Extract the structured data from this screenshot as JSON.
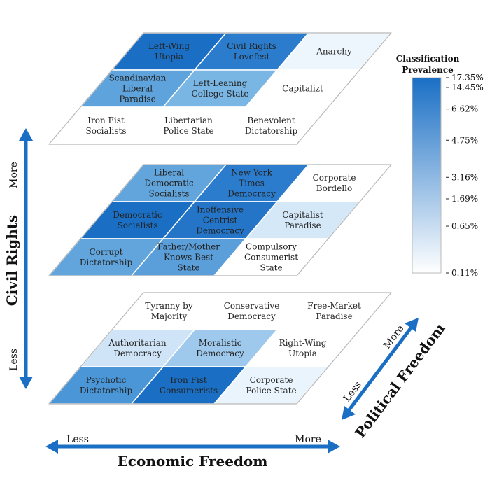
{
  "layers": [
    {
      "level": "top",
      "cells": [
        [
          {
            "label": "Left-Wing\nUtopia",
            "color": "#1a6fc5"
          },
          {
            "label": "Civil Rights\nLovefest",
            "color": "#2b7ccc"
          },
          {
            "label": "Anarchy",
            "color": "#eef6fd"
          }
        ],
        [
          {
            "label": "Scandinavian\nLiberal\nParadise",
            "color": "#5ea3db"
          },
          {
            "label": "Left-Leaning\nCollege State",
            "color": "#7ab6e3"
          },
          {
            "label": "Capitalizt",
            "color": "#ffffff"
          }
        ],
        [
          {
            "label": "Iron Fist\nSocialists",
            "color": "#ffffff"
          },
          {
            "label": "Libertarian\nPolice State",
            "color": "#ffffff"
          },
          {
            "label": "Benevolent\nDictatorship",
            "color": "#ffffff"
          }
        ]
      ]
    },
    {
      "level": "middle",
      "cells": [
        [
          {
            "label": "Liberal\nDemocratic\nSocialists",
            "color": "#62a5dc"
          },
          {
            "label": "New York\nTimes\nDemocracy",
            "color": "#2b7ccc"
          },
          {
            "label": "Corporate\nBordello",
            "color": "#ffffff"
          }
        ],
        [
          {
            "label": "Democratic\nSocialists",
            "color": "#1a6fc5"
          },
          {
            "label": "Inoffensive\nCentrist\nDemocracy",
            "color": "#2475c8"
          },
          {
            "label": "Capitalist\nParadise",
            "color": "#d5e8f7"
          }
        ],
        [
          {
            "label": "Corrupt\nDictatorship",
            "color": "#62a5dc"
          },
          {
            "label": "Father/Mother\nKnows Best\nState",
            "color": "#5a9fda"
          },
          {
            "label": "Compulsory\nConsumerist\nState",
            "color": "#ffffff"
          }
        ]
      ]
    },
    {
      "level": "bottom",
      "cells": [
        [
          {
            "label": "Tyranny by\nMajority",
            "color": "#ffffff"
          },
          {
            "label": "Conservative\nDemocracy",
            "color": "#ffffff"
          },
          {
            "label": "Free-Market\nParadise",
            "color": "#ffffff"
          }
        ],
        [
          {
            "label": "Authoritarian\nDemocracy",
            "color": "#cfe4f6"
          },
          {
            "label": "Moralistic\nDemocracy",
            "color": "#9ec9ec"
          },
          {
            "label": "Right-Wing\nUtopia",
            "color": "#ffffff"
          }
        ],
        [
          {
            "label": "Psychotic\nDictatorship",
            "color": "#4a96d6"
          },
          {
            "label": "Iron Fist\nConsumerists",
            "color": "#1a6fc5"
          },
          {
            "label": "Corporate\nPolice State",
            "color": "#eaf4fc"
          }
        ]
      ]
    }
  ],
  "axes": {
    "civil_rights": {
      "title": "Civil Rights",
      "more": "More",
      "less": "Less"
    },
    "political_freedom": {
      "title": "Political Freedom",
      "more": "More",
      "less": "Less"
    },
    "economic_freedom": {
      "title": "Economic Freedom",
      "more": "More",
      "less": "Less"
    },
    "arrow_color": "#1a6fc5"
  },
  "legend": {
    "title_line1": "Classification",
    "title_line2": "Prevalence",
    "color_top": "#1a6fc5",
    "color_bottom": "#ffffff",
    "ticks": [
      {
        "label": "17.35%",
        "frac": 1.0
      },
      {
        "label": "14.45%",
        "frac": 0.95
      },
      {
        "label": "6.62%",
        "frac": 0.84
      },
      {
        "label": "4.75%",
        "frac": 0.68
      },
      {
        "label": "3.16%",
        "frac": 0.49
      },
      {
        "label": "1.69%",
        "frac": 0.38
      },
      {
        "label": "0.65%",
        "frac": 0.24
      },
      {
        "label": "0.11%",
        "frac": 0.0
      }
    ]
  }
}
